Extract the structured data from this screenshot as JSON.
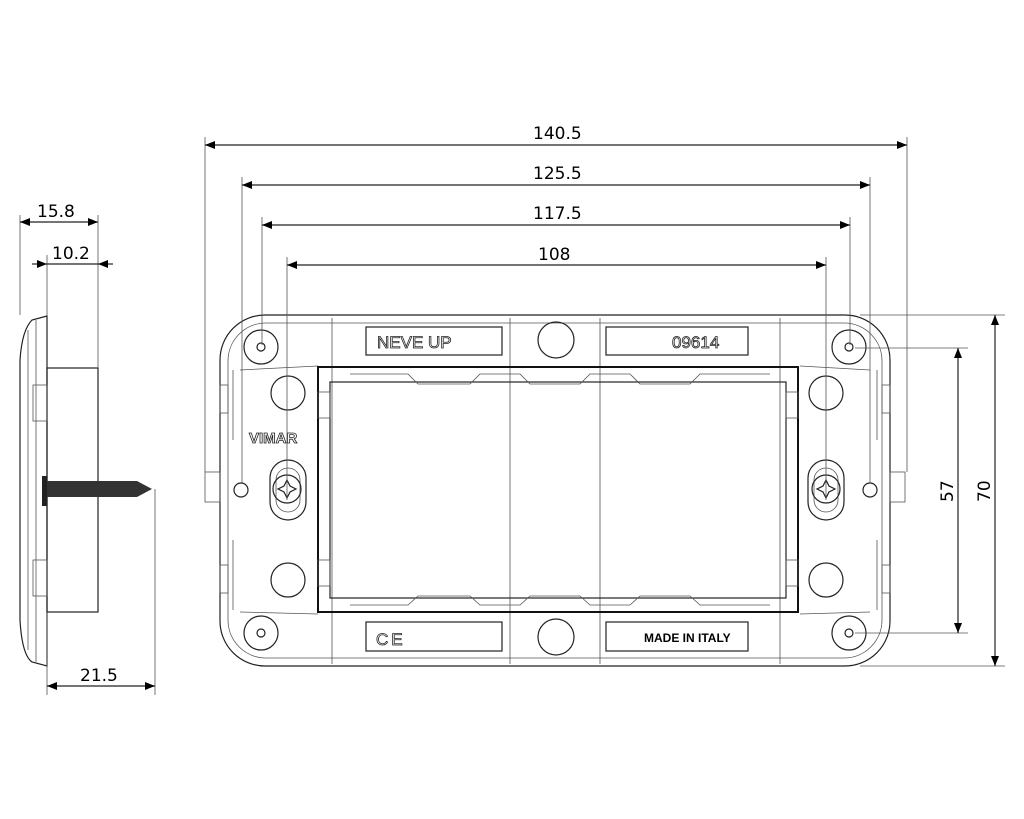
{
  "dimensions": {
    "overall_width": "140.5",
    "width_2": "125.5",
    "width_3": "117.5",
    "hole_spacing": "108",
    "overall_height": "70",
    "height_2": "57",
    "side_depth_total": "15.8",
    "side_box_depth": "10.2",
    "screw_length": "21.5"
  },
  "labels": {
    "product_line": "NEVE UP",
    "article_code": "09614",
    "brand": "VIMAR",
    "ce_mark": "CE",
    "origin": "MADE IN ITALY"
  }
}
